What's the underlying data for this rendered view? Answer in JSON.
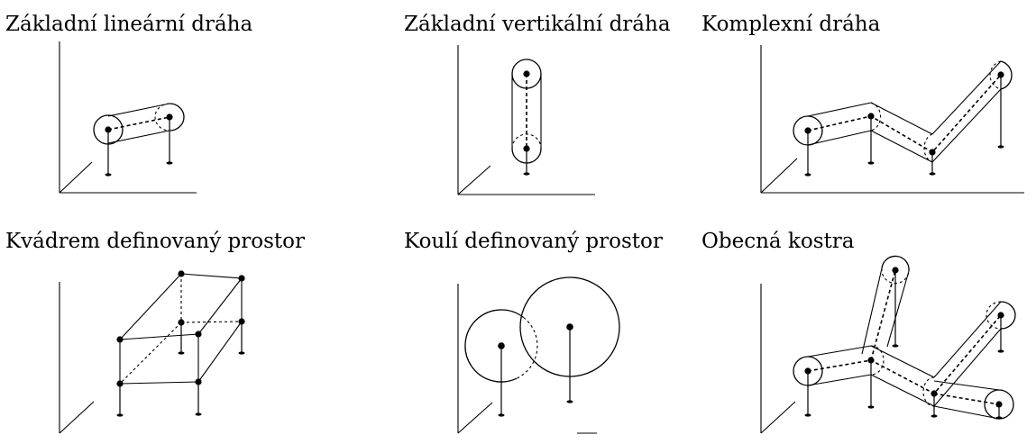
{
  "panels": [
    {
      "title": "Základní lineární dráha"
    },
    {
      "title": "Základní vertikální dráha"
    },
    {
      "title": "Komplexní dráha"
    },
    {
      "title": "Kvádrem definovaný prostor"
    },
    {
      "title": "Koulí definovaný prostor"
    },
    {
      "title": "Obecná kostra"
    }
  ]
}
